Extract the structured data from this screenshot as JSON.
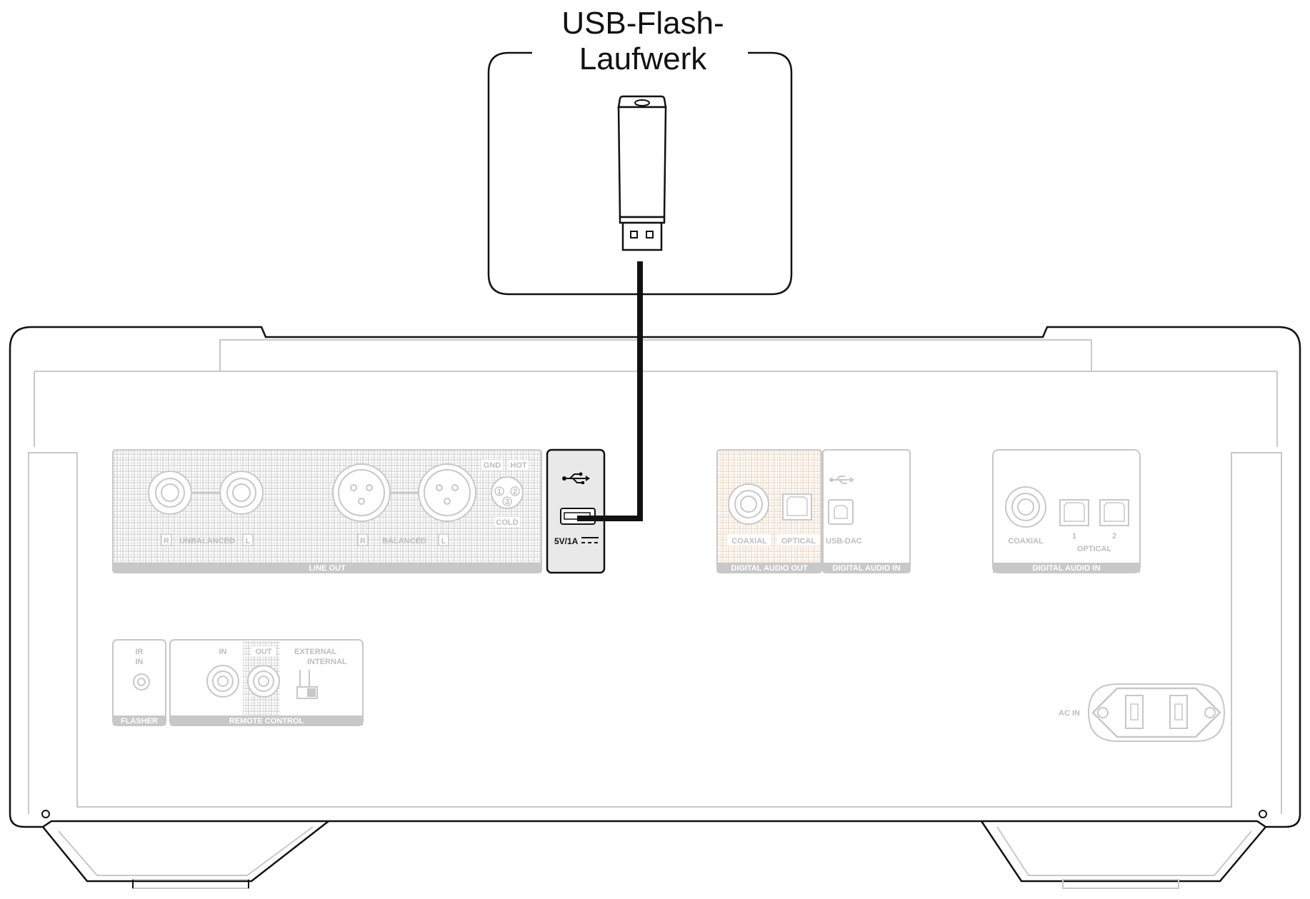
{
  "callout": {
    "line1": "USB-Flash-",
    "line2": "Laufwerk"
  },
  "panel": {
    "line_out": {
      "section_label": "LINE OUT",
      "unbalanced": "UNBALANCED",
      "balanced": "BALANCED",
      "r": "R",
      "l": "L",
      "gnd": "GND",
      "hot": "HOT",
      "cold": "COLD",
      "pin1": "1",
      "pin2": "2",
      "pin3": "3"
    },
    "usb_port": {
      "rating": "5V/1A"
    },
    "digital_out": {
      "coaxial": "COAXIAL",
      "optical": "OPTICAL",
      "section_label": "DIGITAL AUDIO OUT"
    },
    "digital_in_usb": {
      "usb_dac": "USB-DAC",
      "section_label": "DIGITAL AUDIO IN"
    },
    "digital_in": {
      "coaxial": "COAXIAL",
      "optical": "OPTICAL",
      "port1": "1",
      "port2": "2",
      "section_label": "DIGITAL AUDIO IN"
    },
    "flasher": {
      "ir": "IR",
      "in": "IN",
      "section_label": "FLASHER"
    },
    "remote": {
      "in": "IN",
      "out": "OUT",
      "external": "EXTERNAL",
      "internal": "INTERNAL",
      "section_label": "REMOTE CONTROL"
    },
    "ac_in": "AC IN"
  },
  "colors": {
    "outline": "#111111",
    "panel_gray": "#c8c8c8",
    "label_gray": "#bdbdbd",
    "highlight_fill": "#e9e9e9"
  }
}
